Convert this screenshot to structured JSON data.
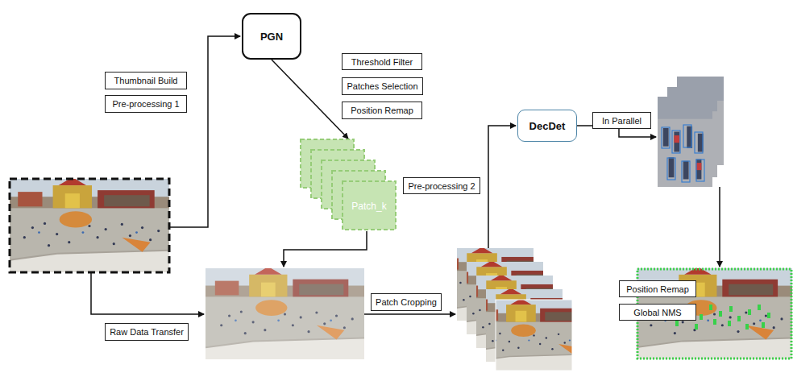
{
  "diagram": {
    "nodes": [
      {
        "text": [
          "Thumbnail Build"
        ]
      },
      {
        "text": [
          "Pre-processing 1"
        ]
      },
      {
        "text": [
          "PGN"
        ]
      },
      {
        "text": [
          "Threshold Filter"
        ]
      },
      {
        "text": [
          "Patches Selection"
        ]
      },
      {
        "text": [
          "Position Remap"
        ]
      },
      {
        "text": [
          "Patch_k"
        ]
      },
      {
        "text": [
          "DecDet"
        ]
      },
      {
        "text": [
          "In Parallel"
        ]
      },
      {
        "text": [
          "Pre-processing 2"
        ]
      },
      {
        "text": [
          "Raw Data Transfer"
        ]
      },
      {
        "text": [
          "Patch Cropping"
        ]
      },
      {
        "text": [
          "Position Remap"
        ]
      },
      {
        "text": [
          "Global NMS"
        ]
      }
    ],
    "edges": [
      {
        "from": 2,
        "to": 6,
        "arrow": "to"
      }
    ]
  }
}
